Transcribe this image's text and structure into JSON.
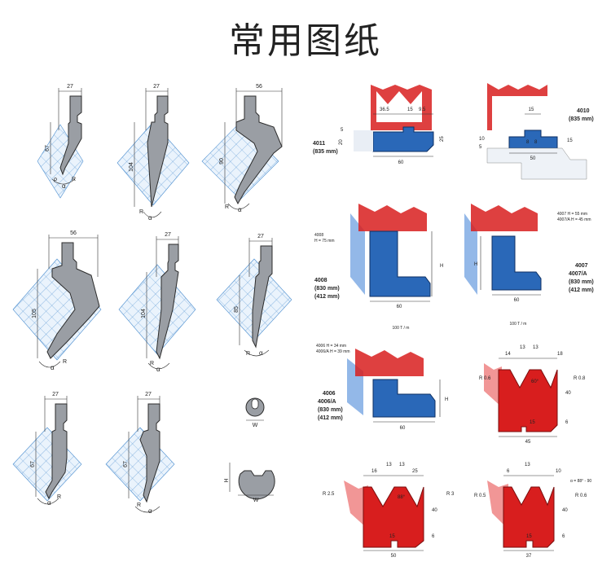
{
  "title": "常用图纸",
  "punches": [
    {
      "width": "27",
      "height": "67",
      "r": "R",
      "angle": "α"
    },
    {
      "width": "27",
      "height": "104",
      "r": "R",
      "angle": "α"
    },
    {
      "width": "56",
      "height": "90",
      "r": "R",
      "angle": "α"
    },
    {
      "width": "56",
      "height": "105",
      "r": "R",
      "angle": "α"
    },
    {
      "width": "27",
      "height": "104",
      "r": "R",
      "angle": "α"
    },
    {
      "width": "27",
      "height": "85",
      "r": "R",
      "angle": "α"
    },
    {
      "width": "27",
      "height": "67",
      "r": "R",
      "angle": "α"
    },
    {
      "width": "27",
      "height": "67",
      "r": "R",
      "angle": "α"
    }
  ],
  "tips": {
    "small_w": "W",
    "large_h": "H",
    "large_w": "W"
  },
  "dies": {
    "d4011": {
      "model": "4011",
      "mm": "(835 mm)",
      "dims": [
        "36.5",
        "15",
        "9.5",
        "5",
        "20",
        "25",
        "60"
      ]
    },
    "d4010": {
      "model": "4010",
      "mm": "(835 mm)",
      "dims": [
        "15",
        "10",
        "5",
        "15",
        "8",
        "8",
        "50"
      ]
    },
    "d4008": {
      "note": "4008",
      "note_h": "H = 75 mm",
      "model": "4008",
      "mm1": "(830 mm)",
      "mm2": "(412 mm)",
      "h": "H",
      "w": "60"
    },
    "d4007": {
      "note1": "4007   H = 55 mm",
      "note2": "4007/A H = 45 mm",
      "model1": "4007",
      "model2": "4007/A",
      "mm1": "(830 mm)",
      "mm2": "(412 mm)",
      "h": "H",
      "w": "60"
    },
    "load1": "100 T / m",
    "load2": "100 T / m",
    "d4006": {
      "note1": "4006   H = 34 mm",
      "note2": "4006/A H = 39 mm",
      "model1": "4006",
      "model2": "4006/A",
      "mm1": "(830 mm)",
      "mm2": "(412 mm)",
      "h": "H",
      "w": "60"
    },
    "red1": {
      "dims": [
        "14",
        "13",
        "13",
        "18",
        "R 0.6",
        "R 0.8",
        "40",
        "6",
        "15",
        "45",
        "60°"
      ]
    },
    "red2": {
      "dims": [
        "16",
        "13",
        "13",
        "25",
        "R 2.5",
        "R 3",
        "40",
        "6",
        "15",
        "50",
        "88°"
      ]
    },
    "red3": {
      "dims": [
        "6",
        "13",
        "10",
        "α = 88° - 90",
        "R 0.5",
        "R 0.6",
        "40",
        "6",
        "15",
        "37"
      ]
    }
  },
  "colors": {
    "blue": "#2a68b8",
    "red": "#d81e1e",
    "grid": "#4d8fd0"
  }
}
